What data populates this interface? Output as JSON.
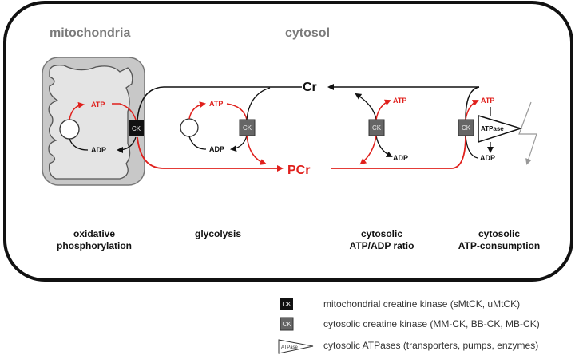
{
  "regions": {
    "mitochondria": "mitochondria",
    "cytosol": "cytosol"
  },
  "metabolites": {
    "atp": "ATP",
    "adp": "ADP",
    "cr": "Cr",
    "pcr": "PCr"
  },
  "enzymes": {
    "ck": "CK",
    "atpase": "ATPase"
  },
  "processes": {
    "oxphos": [
      "oxidative",
      "phosphorylation"
    ],
    "glycolysis": "glycolysis",
    "ratio": [
      "cytosolic",
      "ATP/ADP ratio"
    ],
    "consumption": [
      "cytosolic",
      "ATP-consumption"
    ]
  },
  "legend": [
    {
      "label": "mitochondrial creatine kinase (sMtCK, uMtCK)"
    },
    {
      "label": "cytosolic creatine kinase (MM-CK, BB-CK, MB-CK)"
    },
    {
      "label": "cytosolic ATPases (transporters, pumps, enzymes)"
    }
  ],
  "colors": {
    "red": "#e0201c",
    "mito_ck": "#111111",
    "cyto_ck": "#666666"
  }
}
